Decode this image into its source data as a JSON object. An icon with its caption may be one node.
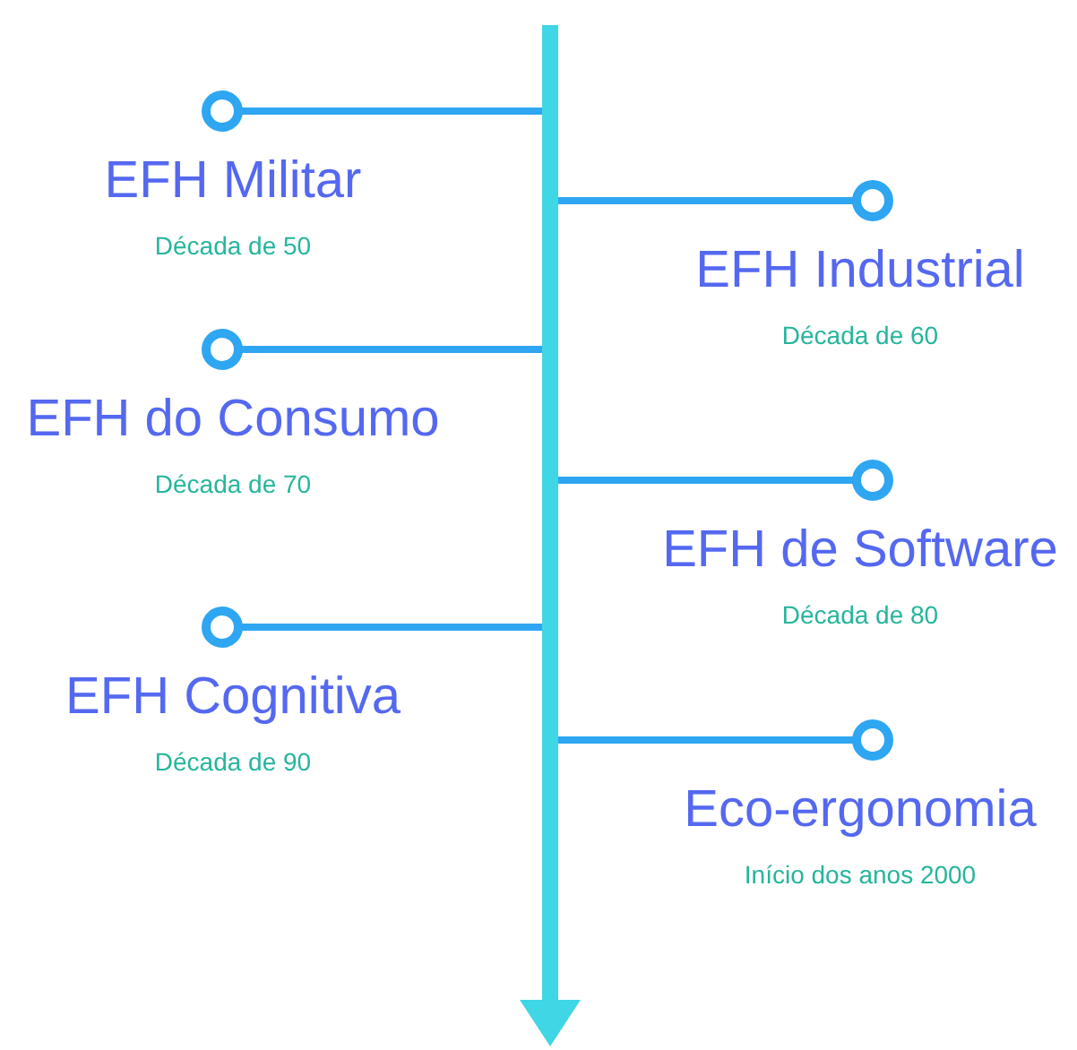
{
  "diagram": {
    "nodes": [
      {
        "text": [],
        "shape": "bar"
      },
      {
        "text": [
          "EFH Militar",
          "Década de 50"
        ]
      },
      {
        "text": [
          "EFH Industrial",
          "Década de 60"
        ]
      },
      {
        "text": [
          "EFH do Consumo",
          "Década de 70"
        ]
      },
      {
        "text": [
          "EFH de Software",
          "Década de 80"
        ]
      },
      {
        "text": [
          "EFH Cognitiva",
          "Década de 90"
        ]
      },
      {
        "text": [
          "Eco-ergonomia",
          "Início dos anos 2000"
        ]
      }
    ],
    "edges": [
      {
        "from": 0,
        "to": 1,
        "arrow": "other"
      },
      {
        "from": 0,
        "to": 2,
        "arrow": "other"
      },
      {
        "from": 0,
        "to": 3,
        "arrow": "other"
      },
      {
        "from": 0,
        "to": 4,
        "arrow": "other"
      },
      {
        "from": 0,
        "to": 5,
        "arrow": "other"
      },
      {
        "from": 0,
        "to": 6,
        "arrow": "other"
      }
    ]
  }
}
